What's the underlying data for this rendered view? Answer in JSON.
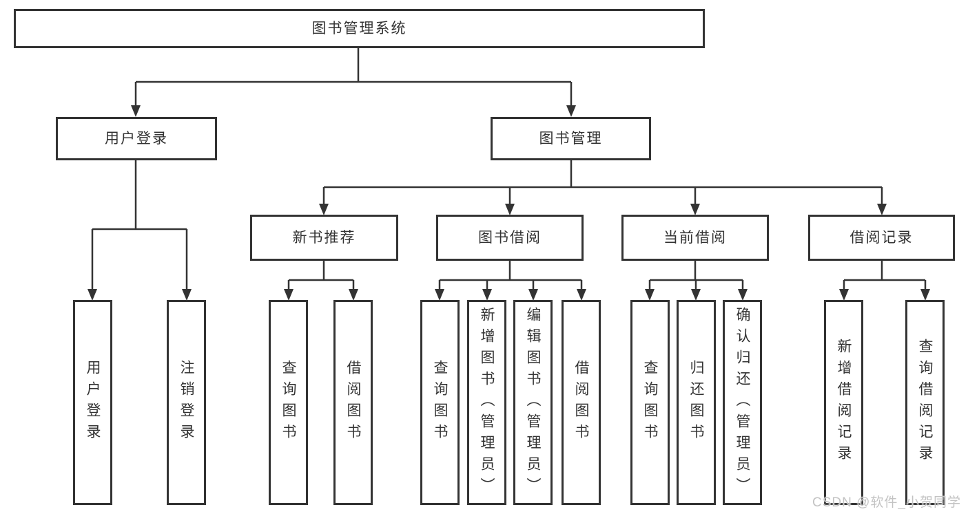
{
  "diagram": {
    "root": {
      "label": "图书管理系统"
    },
    "branches": [
      {
        "label": "用户登录",
        "children": [
          {
            "label": "用户登录"
          },
          {
            "label": "注销登录"
          }
        ]
      },
      {
        "label": "图书管理",
        "children": [
          {
            "label": "新书推荐",
            "children": [
              {
                "label": "查询图书"
              },
              {
                "label": "借阅图书"
              }
            ]
          },
          {
            "label": "图书借阅",
            "children": [
              {
                "label": "查询图书"
              },
              {
                "label": "新增图书（管理员）"
              },
              {
                "label": "编辑图书（管理员）"
              },
              {
                "label": "借阅图书"
              }
            ]
          },
          {
            "label": "当前借阅",
            "children": [
              {
                "label": "查询图书"
              },
              {
                "label": "归还图书"
              },
              {
                "label": "确认归还（管理员）"
              }
            ]
          },
          {
            "label": "借阅记录",
            "children": [
              {
                "label": "新增借阅记录"
              },
              {
                "label": "查询借阅记录"
              }
            ]
          }
        ]
      }
    ]
  },
  "watermark": {
    "text": "CSDN @软件_小贺同学"
  },
  "colors": {
    "line": "#333333",
    "box_border": "#333333",
    "box_fill": "#ffffff",
    "watermark": "#c3c3c3"
  }
}
